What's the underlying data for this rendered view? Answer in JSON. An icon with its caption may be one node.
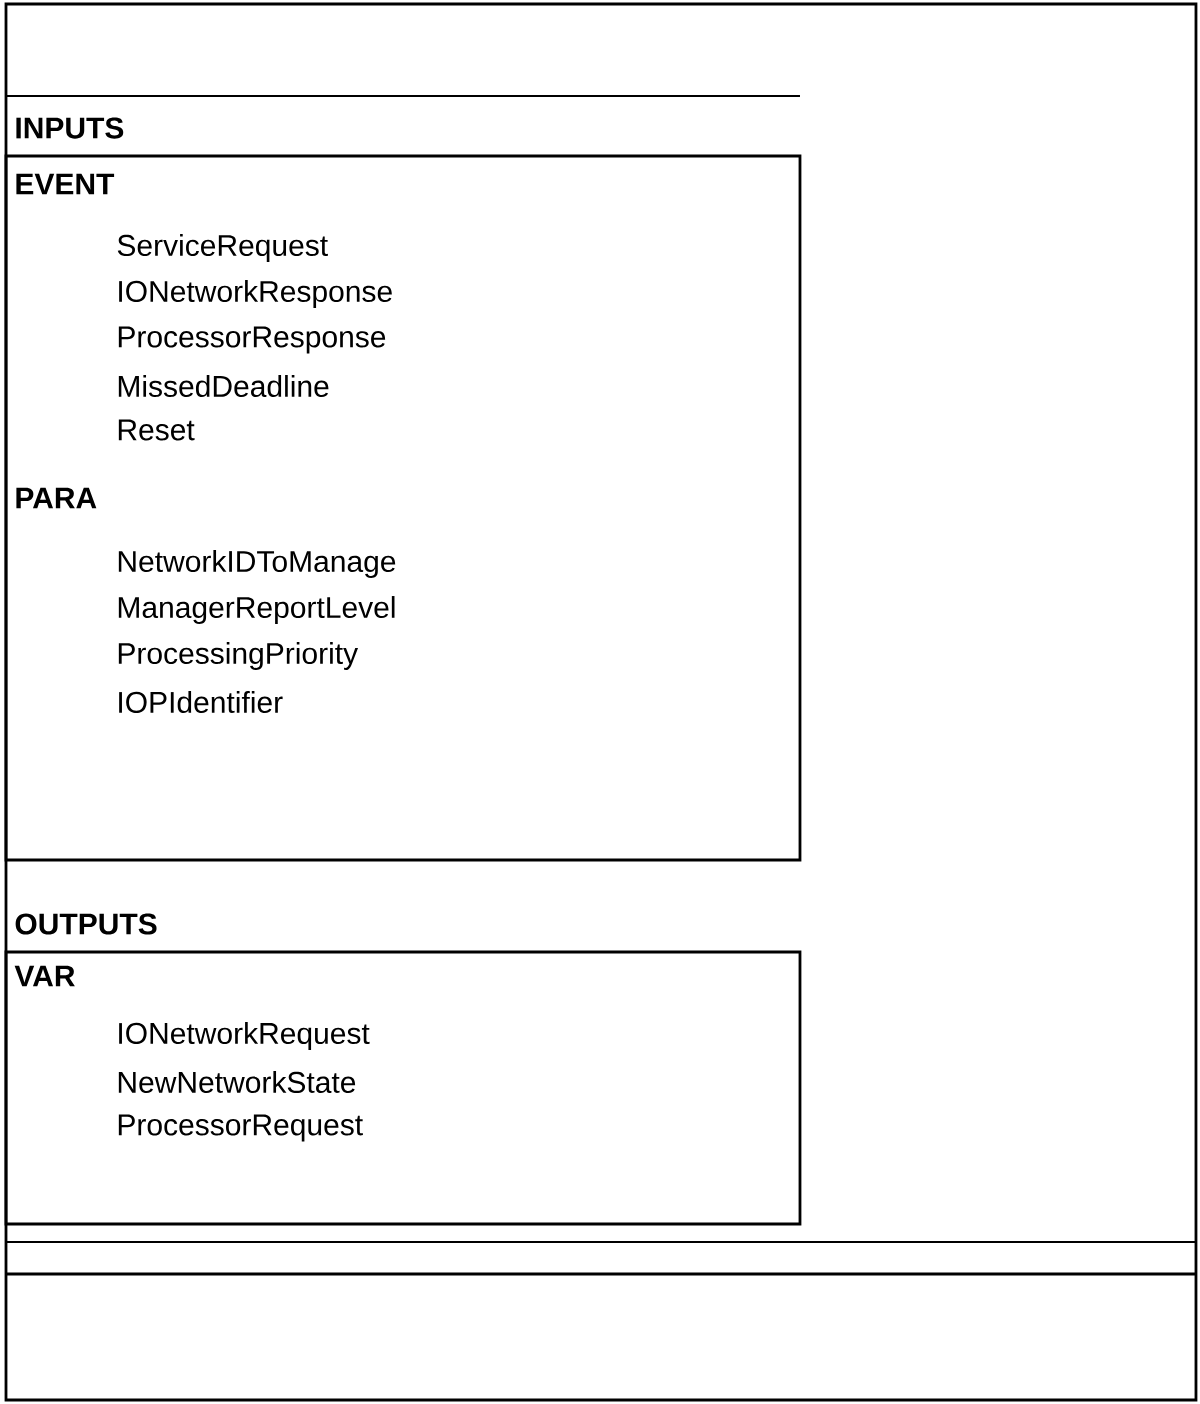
{
  "diagram": {
    "nodes": [
      {
        "text": [
          "INPUTS",
          "EVENT",
          "ServiceRequest",
          "IONetworkResponse",
          "ProcessorResponse",
          "MissedDeadline",
          "Reset",
          "PARA",
          "NetworkIDToManage",
          "ManagerReportLevel",
          "ProcessingPriority",
          "IOPIdentifier"
        ]
      },
      {
        "text": [
          "OUTPUTS",
          "VAR",
          "IONetworkRequest",
          "NewNetworkState",
          "ProcessorRequest"
        ]
      }
    ]
  }
}
